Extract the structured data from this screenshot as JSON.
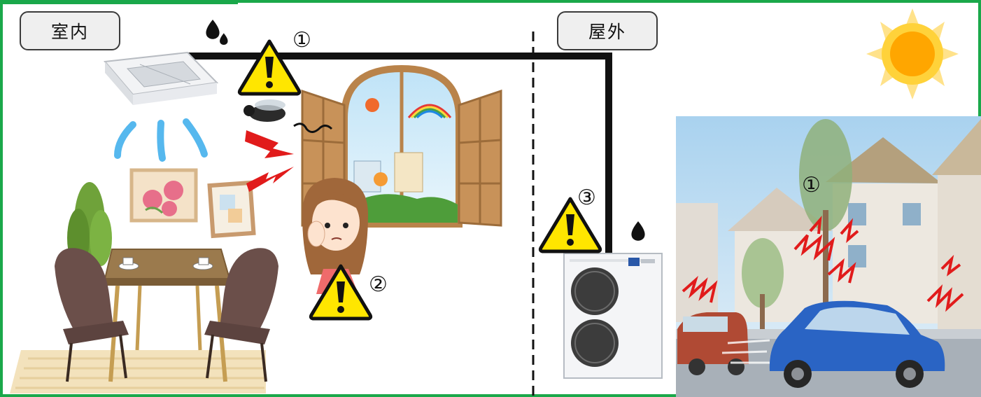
{
  "labels": {
    "indoor": "室内",
    "outdoor": "屋外"
  },
  "markers": {
    "one_pipe": "①",
    "two_person": "②",
    "three_unit": "③",
    "one_street": "①"
  },
  "colors": {
    "frame": "#1aa84a",
    "warning_fill": "#ffe600",
    "pipe": "#111111",
    "zigzag": "#e11b1b",
    "sun": "#ffb400"
  }
}
